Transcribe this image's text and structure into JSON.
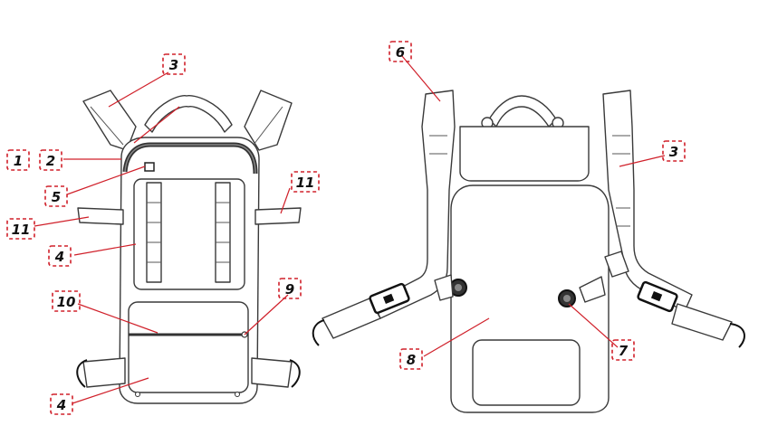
{
  "diagram": {
    "callouts": {
      "front_1": "1",
      "front_2": "2",
      "front_3": "3",
      "front_4_upper": "4",
      "front_4_lower": "4",
      "front_5": "5",
      "front_9": "9",
      "front_10": "10",
      "front_11_left": "11",
      "front_11_right": "11",
      "back_3": "3",
      "back_6": "6",
      "back_7": "7",
      "back_8": "8"
    },
    "colors": {
      "outline": "#3a3a3a",
      "callout_accent": "#d0202a",
      "mesh": "#cfcfcf",
      "background": "#ffffff"
    }
  }
}
